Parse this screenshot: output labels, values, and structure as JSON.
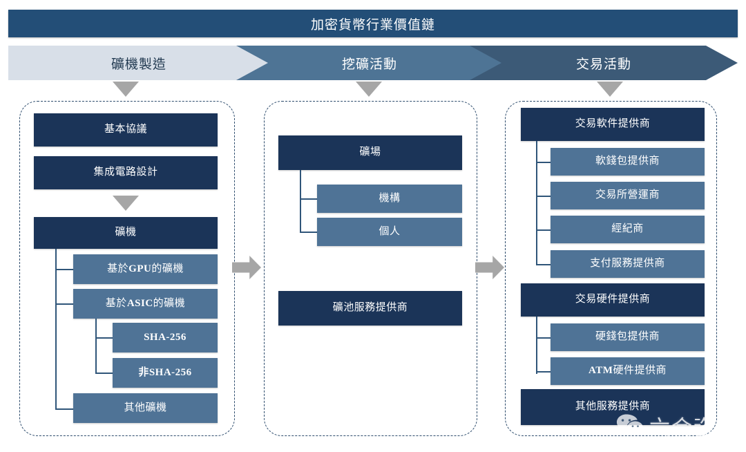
{
  "title": "加密貨幣行業價值鏈",
  "stages": [
    {
      "label": "礦機製造"
    },
    {
      "label": "挖礦活動"
    },
    {
      "label": "交易活動"
    }
  ],
  "columns": [
    {
      "name": "mining-machine-manufacturing",
      "boxes": [
        {
          "label": "基本協議",
          "level": "primary"
        },
        {
          "label": "集成電路設計",
          "level": "primary"
        },
        {
          "label": "礦機",
          "level": "primary"
        },
        {
          "label": "基於GPU的礦機",
          "level": "secondary"
        },
        {
          "label": "基於ASIC的礦機",
          "level": "secondary"
        },
        {
          "label": "SHA-256",
          "level": "tertiary"
        },
        {
          "label": "非SHA-256",
          "level": "tertiary"
        },
        {
          "label": "其他礦機",
          "level": "secondary"
        }
      ]
    },
    {
      "name": "mining-activity",
      "boxes": [
        {
          "label": "礦場",
          "level": "primary"
        },
        {
          "label": "機構",
          "level": "secondary"
        },
        {
          "label": "個人",
          "level": "secondary"
        },
        {
          "label": "礦池服務提供商",
          "level": "primary"
        }
      ]
    },
    {
      "name": "trading-activity",
      "boxes": [
        {
          "label": "交易軟件提供商",
          "level": "primary"
        },
        {
          "label": "軟錢包提供商",
          "level": "secondary"
        },
        {
          "label": "交易所營運商",
          "level": "secondary"
        },
        {
          "label": "經紀商",
          "level": "secondary"
        },
        {
          "label": "支付服務提供商",
          "level": "secondary"
        },
        {
          "label": "交易硬件提供商",
          "level": "primary"
        },
        {
          "label": "硬錢包提供商",
          "level": "secondary"
        },
        {
          "label": "ATM硬件提供商",
          "level": "secondary"
        },
        {
          "label": "其他服務提供商",
          "level": "primary"
        }
      ]
    }
  ],
  "watermark": {
    "text": "六合咨询",
    "icon": "wechat-icon"
  },
  "colors": {
    "title_bar": "#234e77",
    "stage_1": "#d8dfe8",
    "stage_2": "#4e7495",
    "stage_3": "#3c5a77",
    "box_dark": "#1b3458",
    "box_mid": "#4f7396",
    "connector": "#2f5579",
    "arrow_grey": "#a6a6a6",
    "frame_dash": "#2b4a6b"
  }
}
